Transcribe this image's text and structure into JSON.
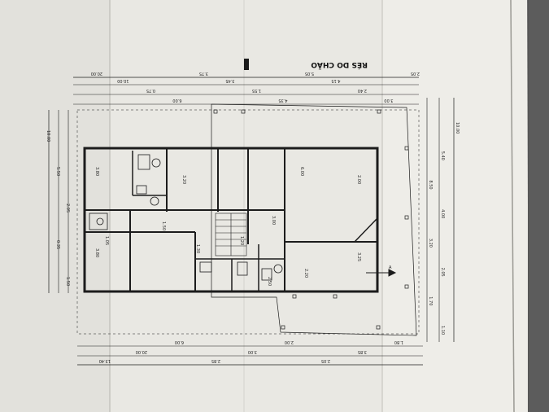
{
  "photo": {
    "subject": "floor plan blueprint sheet",
    "colors": {
      "background": "#6e6e6e",
      "paper": "#ecebe6",
      "paper_shadow": "#d9d8d2",
      "ink": "#1c1c1c",
      "fold": "#c7c6c0"
    }
  },
  "plan": {
    "title": "RÉS DO CHÃO",
    "section_marker": "A",
    "top_dims": [
      "20.00",
      "10.00",
      "0.75",
      "6.00",
      "3.75",
      "3.45",
      "1.55",
      "4.35",
      "5.05",
      "4.15",
      "2.40",
      "3.00",
      "2.05"
    ],
    "bottom_dims": [
      "13.40",
      "20.00",
      "6.00",
      "2.85",
      "3.00",
      "2.00",
      "2.05",
      "3.85",
      "1.80"
    ],
    "left_dims": [
      "10.00",
      "5.50",
      "2.05",
      "0.35",
      "1.50"
    ],
    "right_dims": [
      "10.00",
      "5.40",
      "8.50",
      "4.00",
      "3.20",
      "2.05",
      "1.70",
      "1.10"
    ],
    "interior_labels": [
      "3.80",
      "3.80",
      "3.20",
      "3.00",
      "6.00",
      "2.00",
      "3.25",
      "1.50",
      "1.30",
      "1.20",
      "2.20",
      "1.05",
      "2.50"
    ]
  }
}
